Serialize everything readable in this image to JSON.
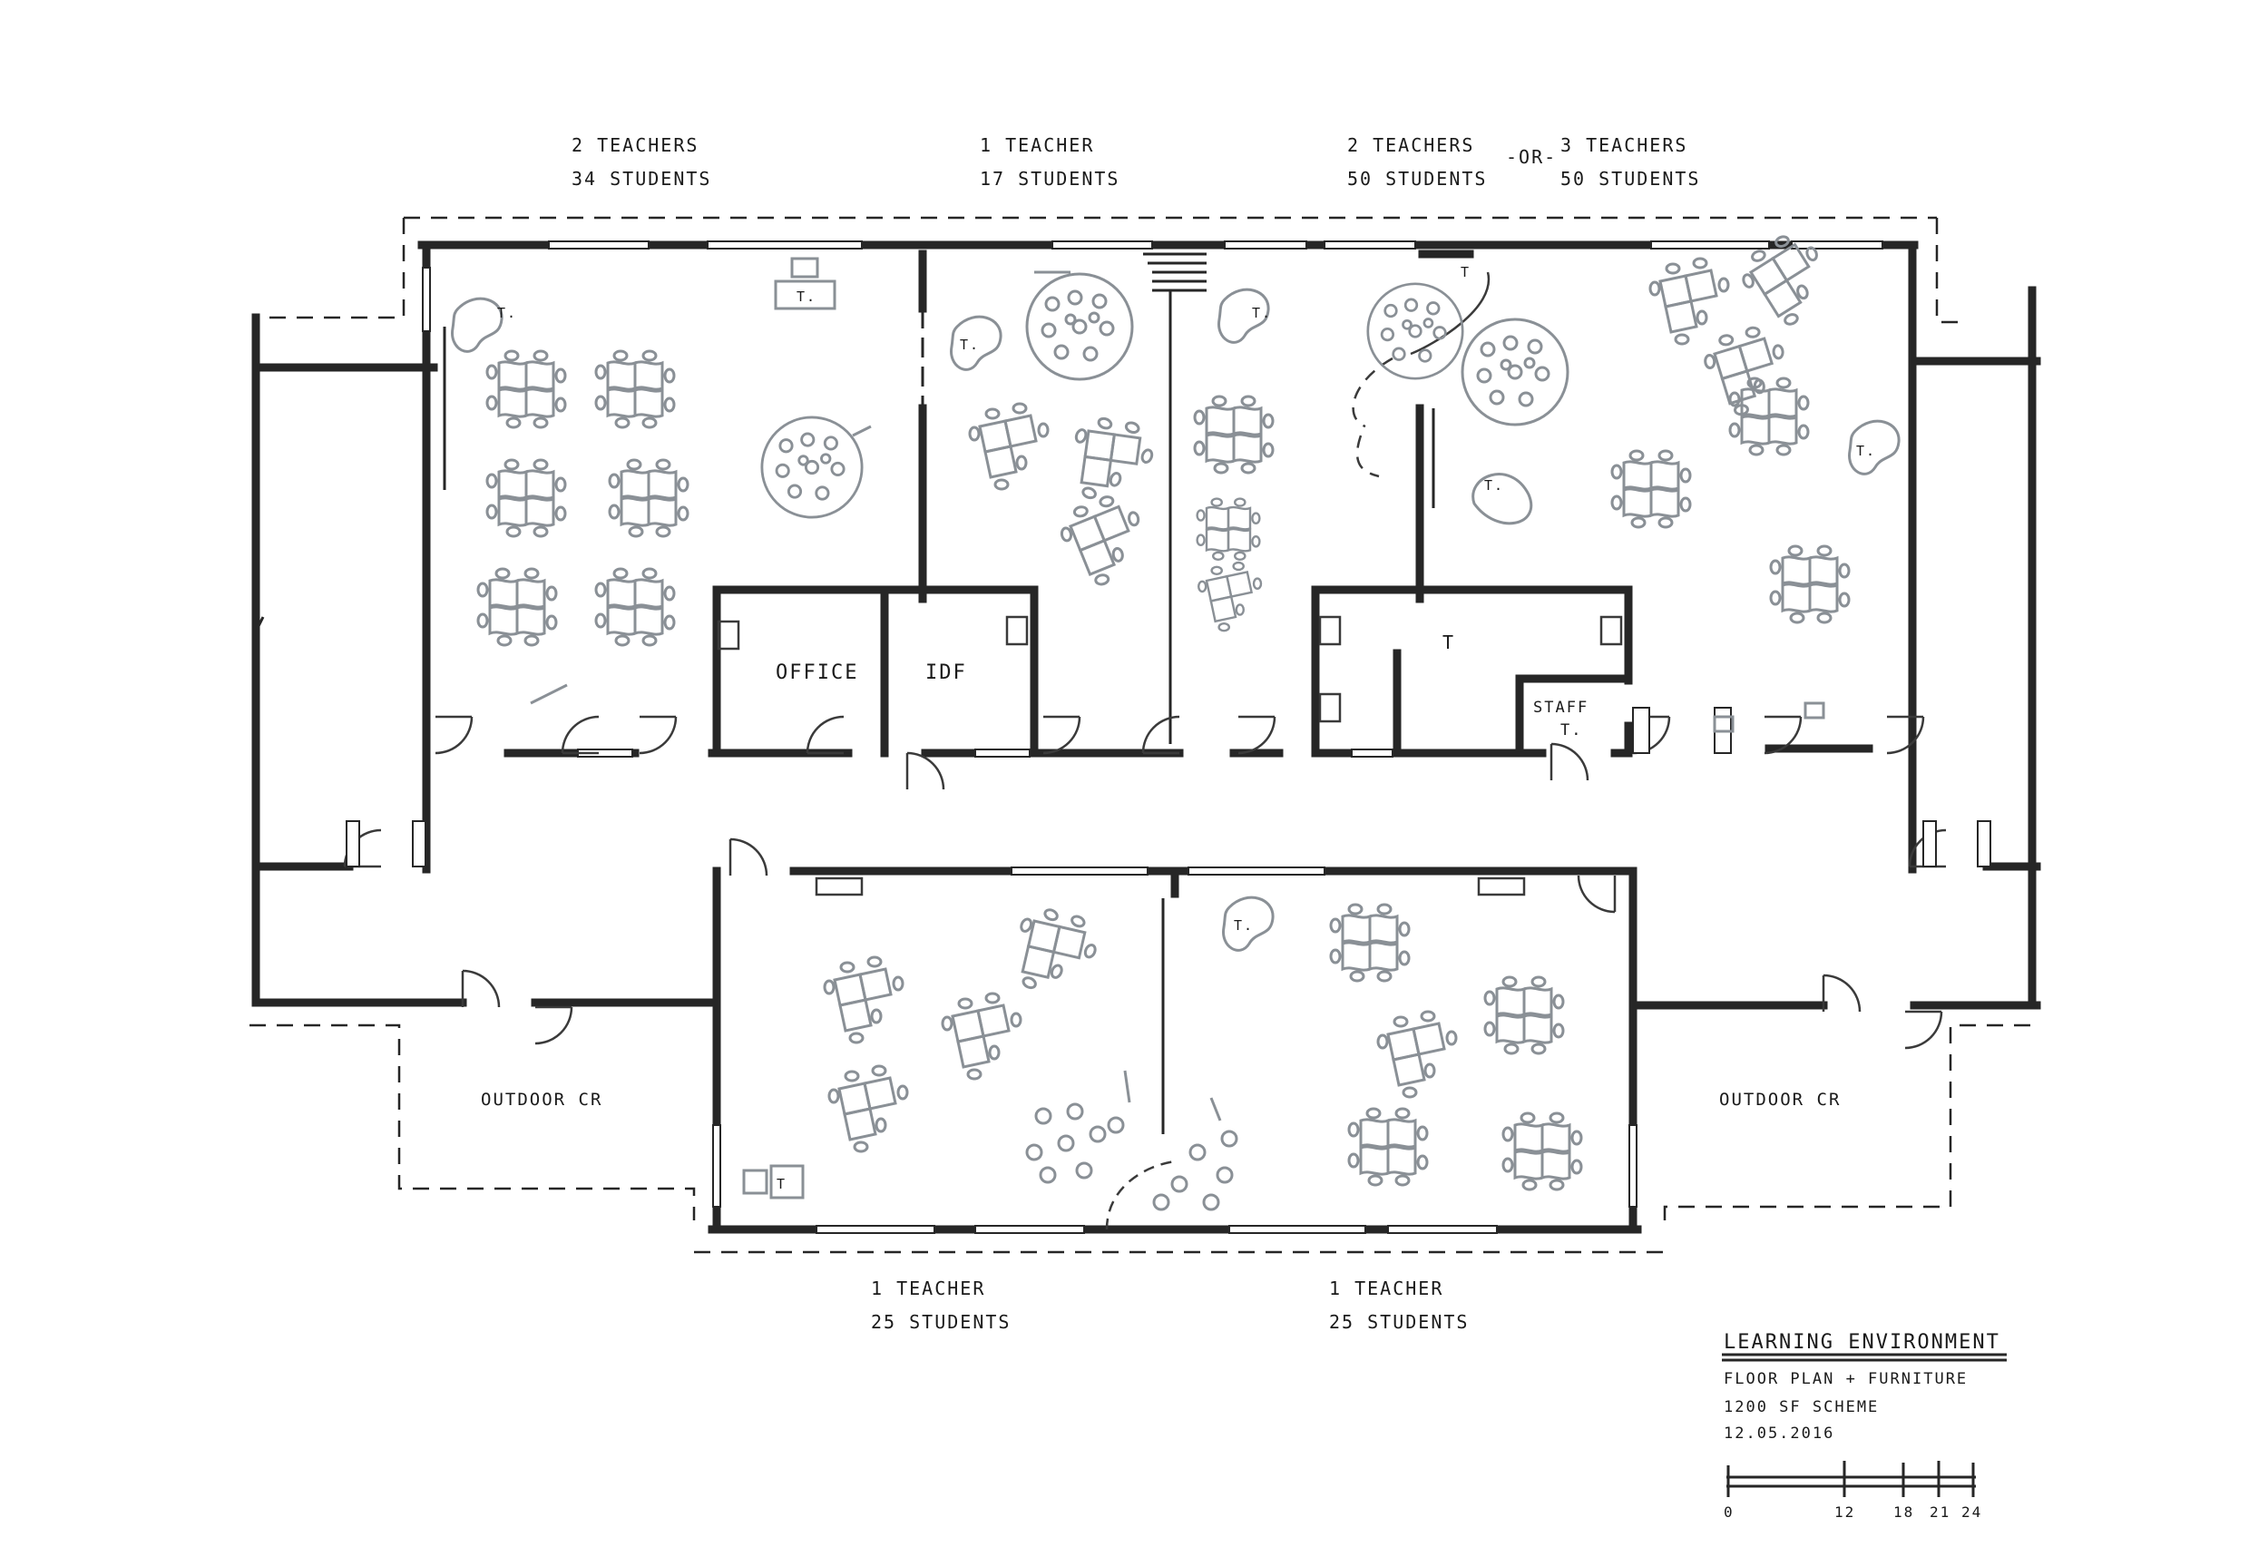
{
  "labels": {
    "top_left_teachers": "2 TEACHERS",
    "top_left_students": "34 STUDENTS",
    "top_mid_teachers": "1 TEACHER",
    "top_mid_students": "17 STUDENTS",
    "top_right_a_teachers": "2 TEACHERS",
    "top_right_a_students": "50 STUDENTS",
    "top_right_or": "-OR-",
    "top_right_b_teachers": "3 TEACHERS",
    "top_right_b_students": "50 STUDENTS",
    "bottom_left_teachers": "1 TEACHER",
    "bottom_left_students": "25 STUDENTS",
    "bottom_right_teachers": "1 TEACHER",
    "bottom_right_students": "25 STUDENTS",
    "office": "OFFICE",
    "idf": "IDF",
    "staff": "STAFF",
    "teacher_mark": "T.",
    "t_mark": "T",
    "outdoor_left": "OUTDOOR CR",
    "outdoor_right": "OUTDOOR CR"
  },
  "title_block": {
    "title": "LEARNING ENVIRONMENT",
    "line1": "FLOOR PLAN + FURNITURE",
    "line2": "1200 SF SCHEME",
    "date": "12.05.2016"
  },
  "scale_bar": {
    "ticks": [
      "0",
      "12",
      "18",
      "21",
      "24"
    ]
  }
}
